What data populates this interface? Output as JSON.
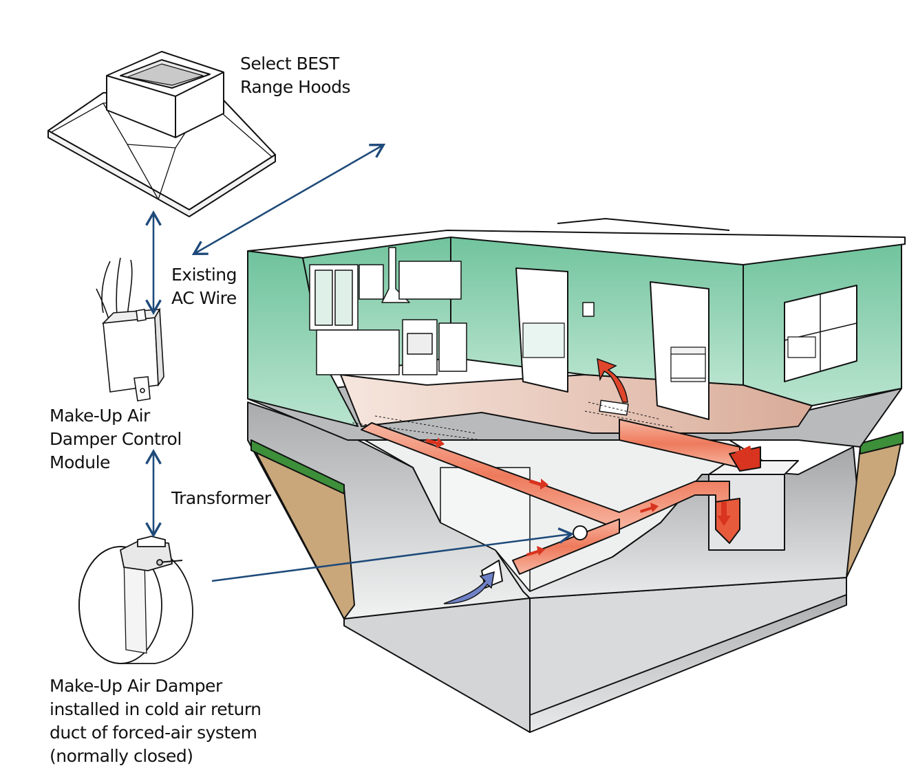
{
  "labels": {
    "range_hoods": [
      "Select BEST",
      "Range Hoods"
    ],
    "ac_wire": [
      "Existing",
      "AC Wire"
    ],
    "control_module": [
      "Make-Up Air",
      "Damper Control",
      "Module"
    ],
    "transformer": "Transformer",
    "damper": [
      "Make-Up Air Damper",
      "installed in cold air return",
      "duct of forced-air system",
      "(normally closed)"
    ]
  },
  "colors": {
    "arrow": "#1e4a7a",
    "wall": "#7ccaa6",
    "floor": "#e6c7b9",
    "duct": "#f08a6e",
    "duct_arrow": "#d8341f",
    "basement": "#c4c6c8",
    "soil": "#c9a77a",
    "grass": "#3d8f3a",
    "intake_arrow": "#6f82c8"
  }
}
